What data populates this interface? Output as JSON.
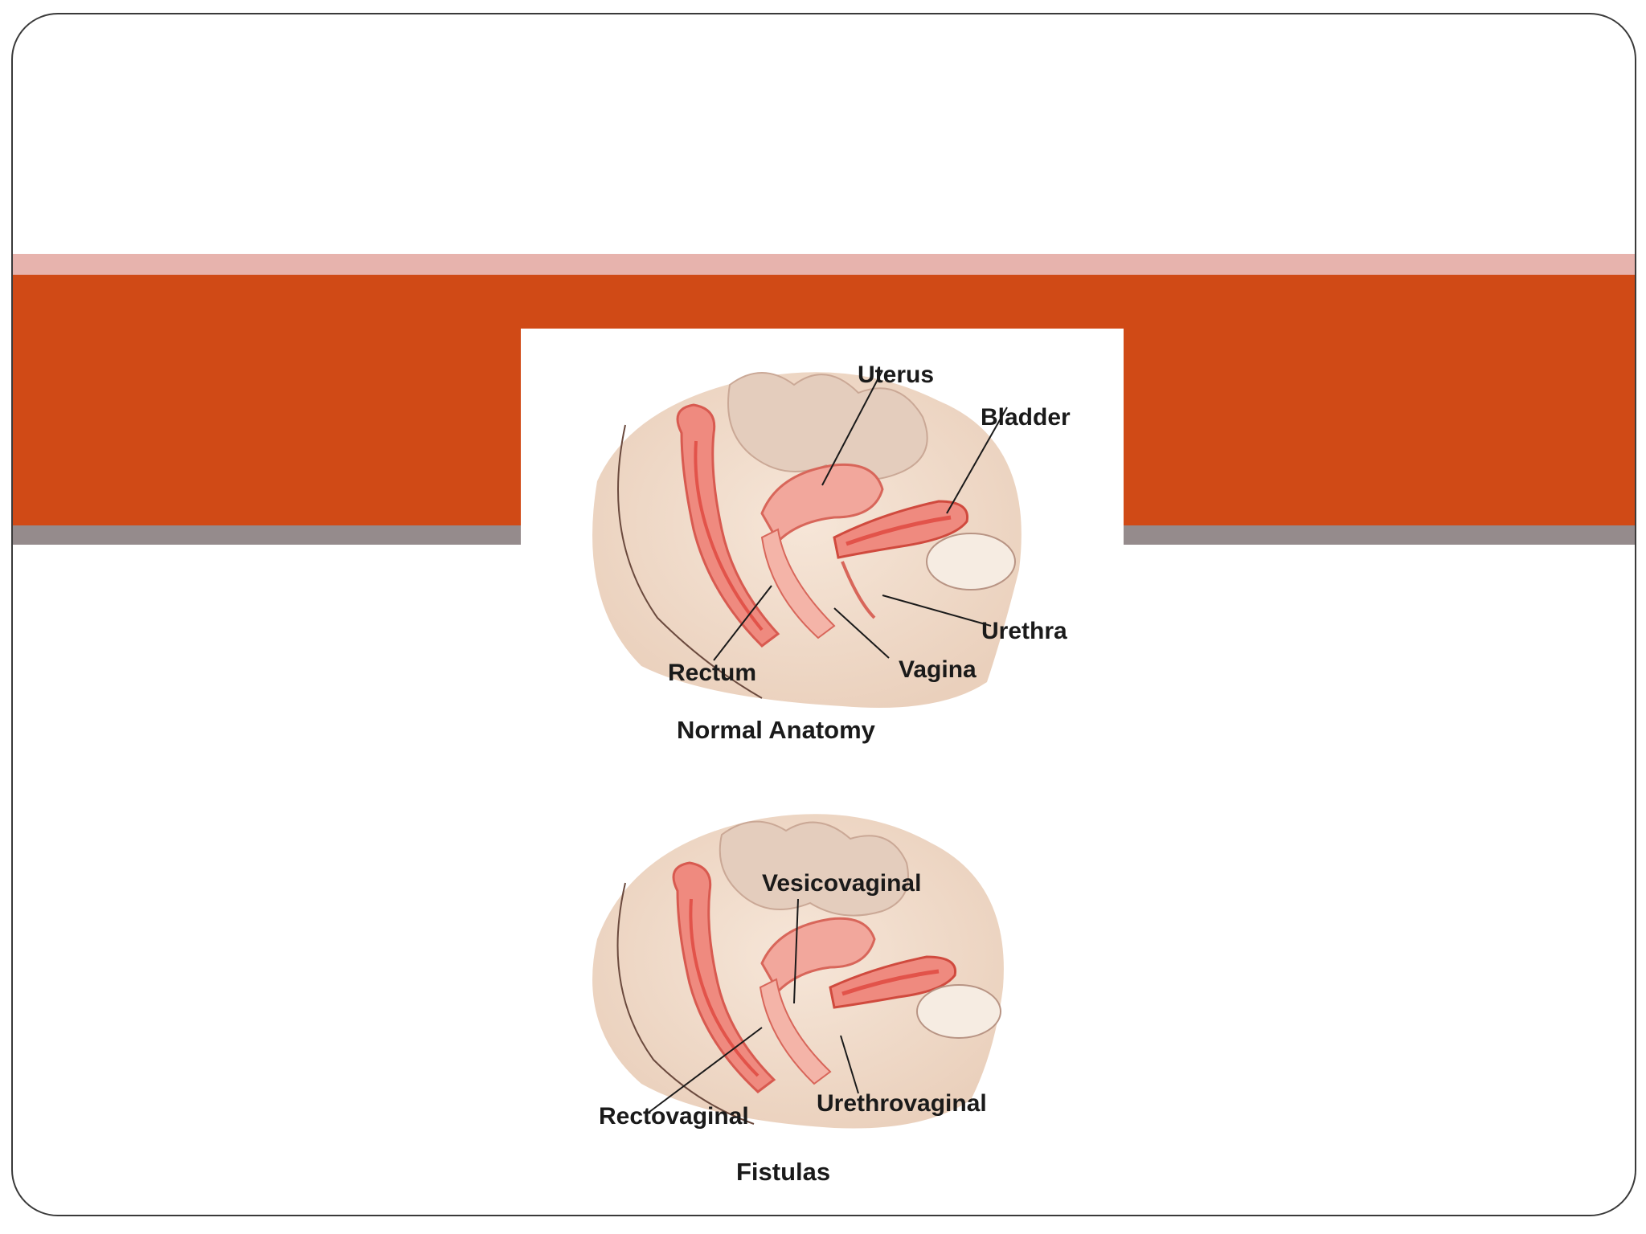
{
  "colors": {
    "band_pink": "#e7b3ad",
    "band_orange": "#d04a16",
    "band_gray": "#958b8c",
    "tissue": "#f3dccb",
    "organ": "#ef8a7f",
    "lumen": "#e2534a"
  },
  "normal": {
    "labels": {
      "uterus": "Uterus",
      "bladder": "Bladder",
      "urethra": "Urethra",
      "vagina": "Vagina",
      "rectum": "Rectum"
    },
    "caption": "Normal Anatomy"
  },
  "fistulas": {
    "labels": {
      "vesicovaginal": "Vesicovaginal",
      "rectovaginal": "Rectovaginal",
      "urethrovaginal": "Urethrovaginal"
    },
    "caption": "Fistulas"
  }
}
